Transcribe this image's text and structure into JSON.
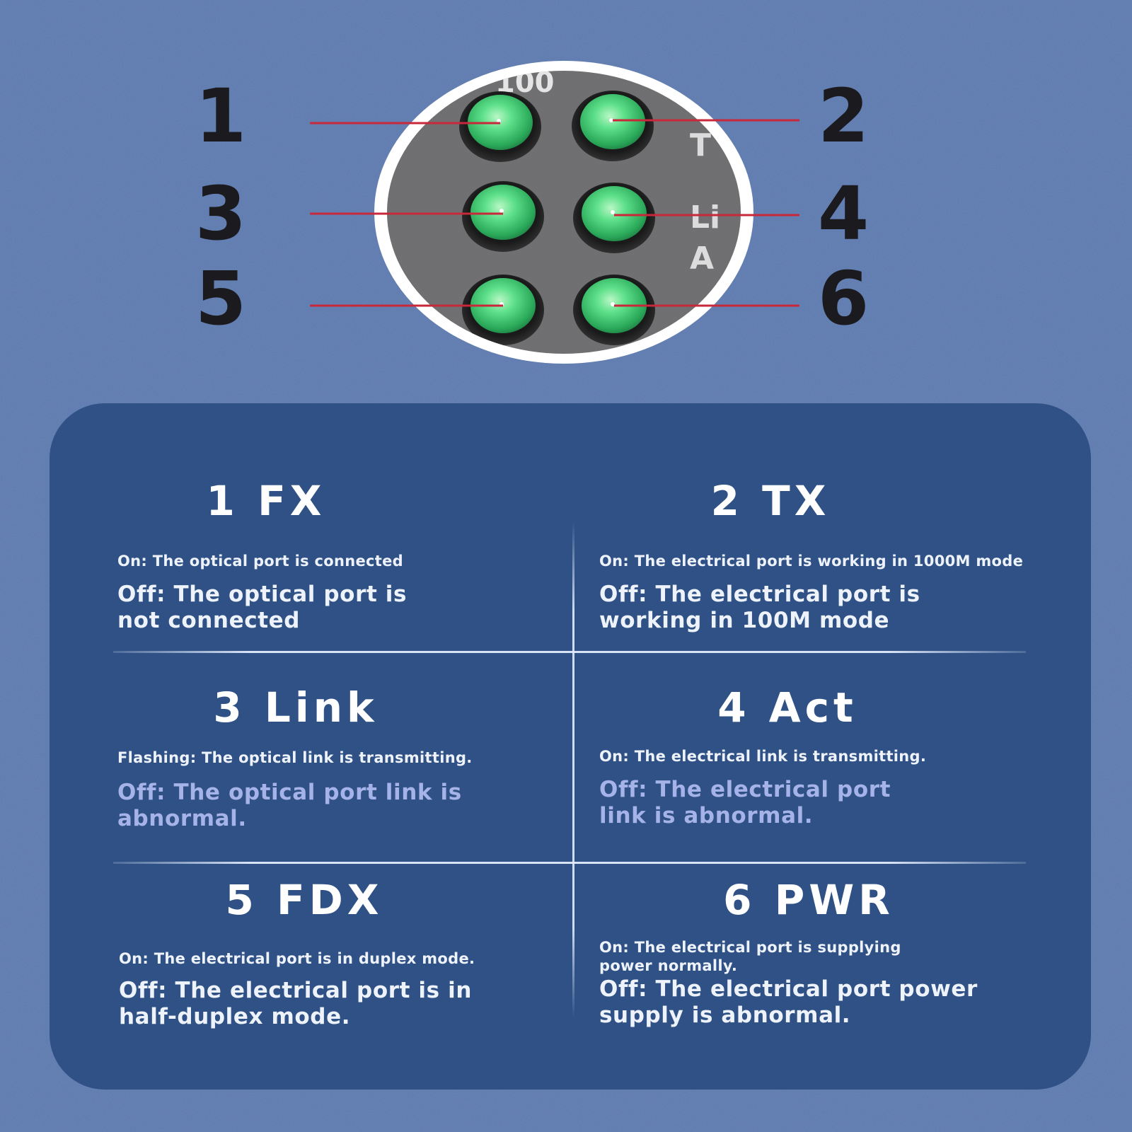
{
  "callouts": [
    {
      "number": "1"
    },
    {
      "number": "2"
    },
    {
      "number": "3"
    },
    {
      "number": "4"
    },
    {
      "number": "5"
    },
    {
      "number": "6"
    }
  ],
  "panel_label_fragments": [
    "T",
    "Li",
    "A",
    "100"
  ],
  "indicators": [
    {
      "number": "1",
      "title": "1  FX",
      "on": "On: The optical port is connected",
      "off": "Off: The optical port is not connected"
    },
    {
      "number": "2",
      "title": "2  TX",
      "on": "On: The electrical port is working in 1000M mode",
      "off": "Off: The electrical port is working in 100M mode"
    },
    {
      "number": "3",
      "title": "3  Link",
      "on": "Flashing: The optical link is transmitting.",
      "off": "Off: The optical port link is abnormal."
    },
    {
      "number": "4",
      "title": "4  Act",
      "on": "On: The electrical link is transmitting.",
      "off": "Off: The electrical port link is abnormal."
    },
    {
      "number": "5",
      "title": "5  FDX",
      "on": "On: The electrical port is in duplex mode.",
      "off": "Off: The electrical port is in half-duplex mode."
    },
    {
      "number": "6",
      "title": "6  PWR",
      "on": "On: The electrical port is supplying power normally.",
      "off": "Off: The electrical port power supply is abnormal."
    }
  ],
  "colors": {
    "background": "#5b78ad",
    "panel": "#2f5185",
    "led_green": "#4fd77a",
    "leader_line": "#c8283a",
    "callout_text": "#1b1b1f",
    "off_text_pale": "#a6b3e8"
  }
}
